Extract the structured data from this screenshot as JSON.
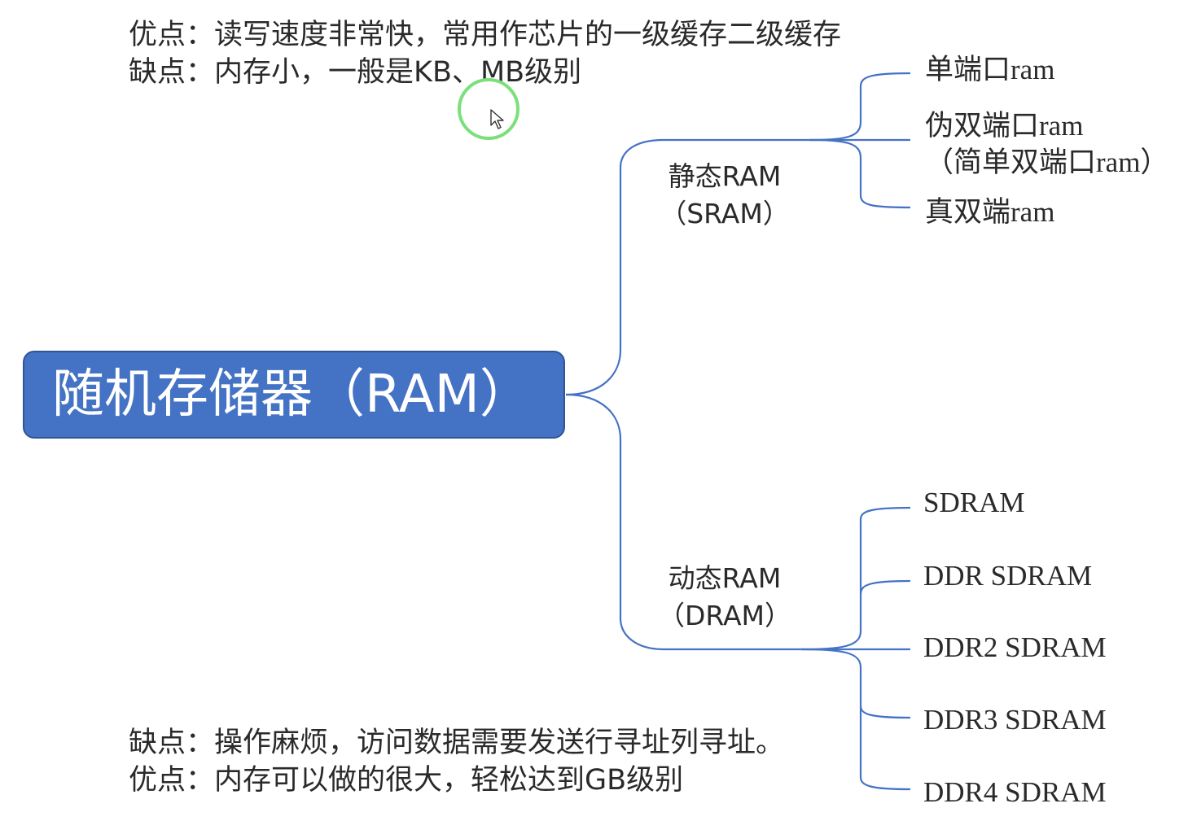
{
  "notes": {
    "top": [
      "优点：读写速度非常快，常用作芯片的一级缓存二级缓存",
      "缺点：内存小，一般是KB、MB级别"
    ],
    "bottom": [
      "缺点：操作麻烦，访问数据需要发送行寻址列寻址。",
      "优点：内存可以做的很大，轻松达到GB级别"
    ]
  },
  "root": {
    "label": "随机存储器（RAM）",
    "color": "#4472c4"
  },
  "sram": {
    "label": [
      "静态RAM",
      "（SRAM）"
    ],
    "children": [
      "单端口ram",
      "伪双端口ram",
      "（简单双端口ram）",
      "真双端ram"
    ]
  },
  "dram": {
    "label": [
      "动态RAM",
      "（DRAM）"
    ],
    "children": [
      "SDRAM",
      "DDR SDRAM",
      "DDR2 SDRAM",
      "DDR3 SDRAM",
      "DDR4 SDRAM"
    ]
  },
  "cursor": {
    "icon": "mouse-pointer-icon",
    "highlight_color": "#7be07b"
  }
}
